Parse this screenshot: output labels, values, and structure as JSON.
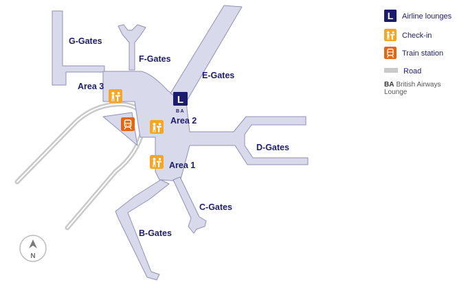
{
  "gates": {
    "g": "G-Gates",
    "f": "F-Gates",
    "e": "E-Gates",
    "d": "D-Gates",
    "c": "C-Gates",
    "b": "B-Gates"
  },
  "areas": {
    "area1": "Area 1",
    "area2": "Area 2",
    "area3": "Area 3"
  },
  "legend": {
    "lounge": "Airline lounges",
    "checkin": "Check-in",
    "train": "Train station",
    "road": "Road",
    "ba_abbr": "BA",
    "ba_line1": "British Airways",
    "ba_line2": "Lounge"
  },
  "markers": {
    "lounge_letter": "L",
    "lounge_sublabel": "BA"
  },
  "compass": {
    "letter": "N"
  },
  "colors": {
    "terminal_fill": "#d9d9ec",
    "terminal_outline": "#8f8fb8",
    "road": "#c9c9c9",
    "lounge": "#1c1c6e",
    "checkin": "#f5a623",
    "train": "#e8640c",
    "label_text": "#1c1c6e"
  },
  "icons": {
    "lounge": "lounge-icon",
    "checkin": "checkin-icon",
    "train": "train-icon",
    "compass": "compass-icon"
  }
}
